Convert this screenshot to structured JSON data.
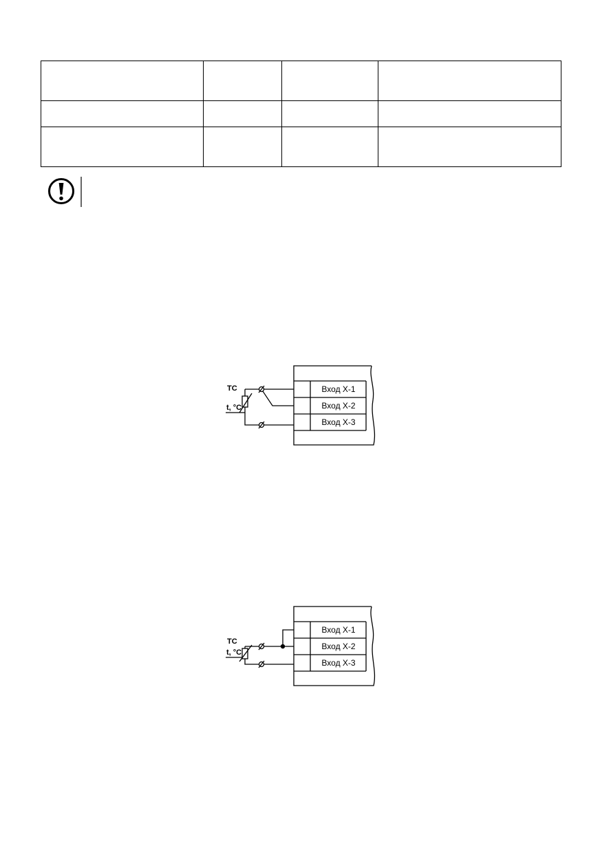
{
  "table": {
    "rows": [
      [
        "",
        "",
        "",
        ""
      ],
      [
        "",
        "",
        "",
        ""
      ],
      [
        "",
        "",
        "",
        ""
      ]
    ]
  },
  "warning": {
    "icon": "exclamation-circle-icon"
  },
  "diagrams": [
    {
      "sensor_label": "ТС",
      "temp_label": "t, °C",
      "inputs": [
        "Вход Х-1",
        "Вход Х-2",
        "Вход Х-3"
      ]
    },
    {
      "sensor_label": "ТС",
      "temp_label": "t, °C",
      "inputs": [
        "Вход Х-1",
        "Вход Х-2",
        "Вход Х-3"
      ]
    }
  ]
}
